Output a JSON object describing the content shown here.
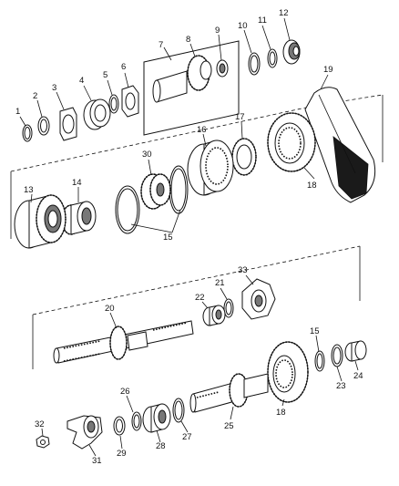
{
  "diagram": {
    "callouts": [
      "1",
      "2",
      "3",
      "4",
      "5",
      "6",
      "7",
      "8",
      "9",
      "10",
      "11",
      "12",
      "13",
      "14",
      "15",
      "15",
      "16",
      "17",
      "18",
      "18",
      "19",
      "20",
      "21",
      "22",
      "23",
      "24",
      "25",
      "26",
      "27",
      "28",
      "29",
      "30",
      "31",
      "32",
      "33"
    ]
  }
}
